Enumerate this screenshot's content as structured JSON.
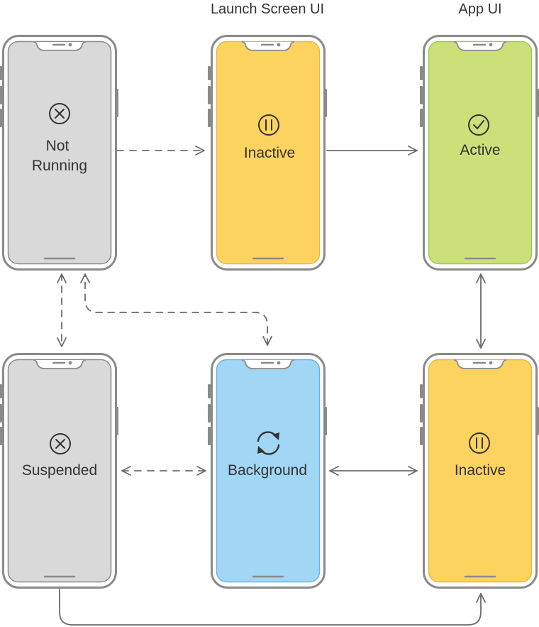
{
  "column_headers": {
    "launch": "Launch Screen UI",
    "app": "App UI"
  },
  "states": {
    "not_running": {
      "line1": "Not",
      "line2": "Running",
      "icon": "x-circle-icon",
      "color": "#d9d9d9"
    },
    "inactive_top": {
      "label": "Inactive",
      "icon": "pause-circle-icon",
      "color": "#fdd35f"
    },
    "active": {
      "label": "Active",
      "icon": "checkmark-circle-icon",
      "color": "#cce07a"
    },
    "suspended": {
      "label": "Suspended",
      "icon": "x-circle-icon",
      "color": "#d9d9d9"
    },
    "background": {
      "label": "Background",
      "icon": "refresh-arrows-icon",
      "color": "#a2d6f5"
    },
    "inactive_bottom": {
      "label": "Inactive",
      "icon": "pause-circle-icon",
      "color": "#fdd35f"
    }
  },
  "colors": {
    "frame": "#8a8a8a",
    "arrow": "#6b6b6b",
    "text": "#333333"
  }
}
